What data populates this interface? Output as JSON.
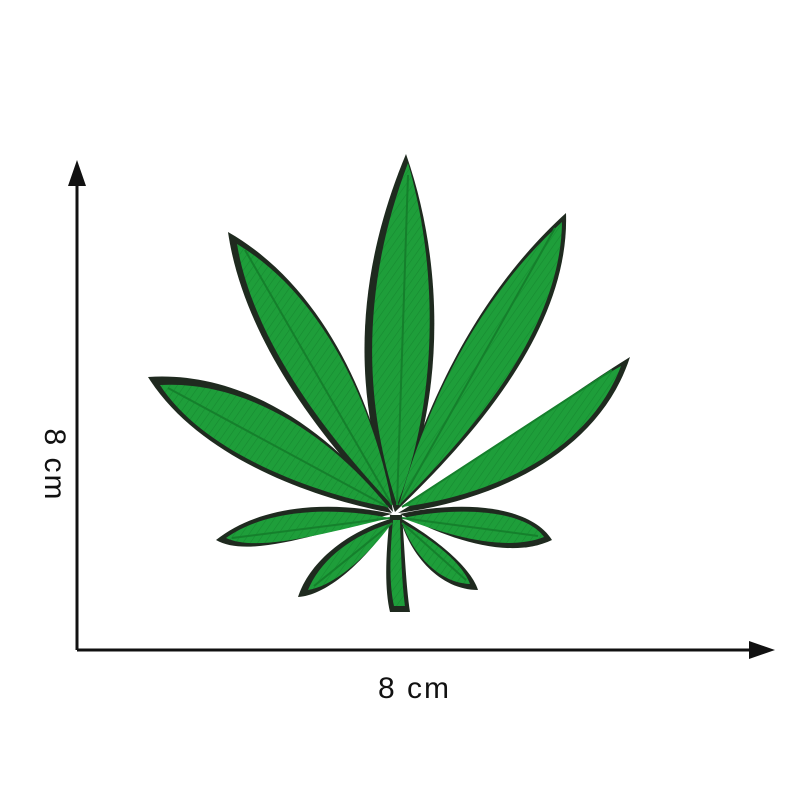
{
  "product": {
    "subject": "cannabis-leaf-embroidered-patch",
    "leaf_color": "#1e9e3a",
    "border_color": "#1f2a1f"
  },
  "dimensions": {
    "width_label": "8 cm",
    "height_label": "8 cm"
  },
  "colors": {
    "axis": "#111111",
    "background": "#ffffff"
  }
}
